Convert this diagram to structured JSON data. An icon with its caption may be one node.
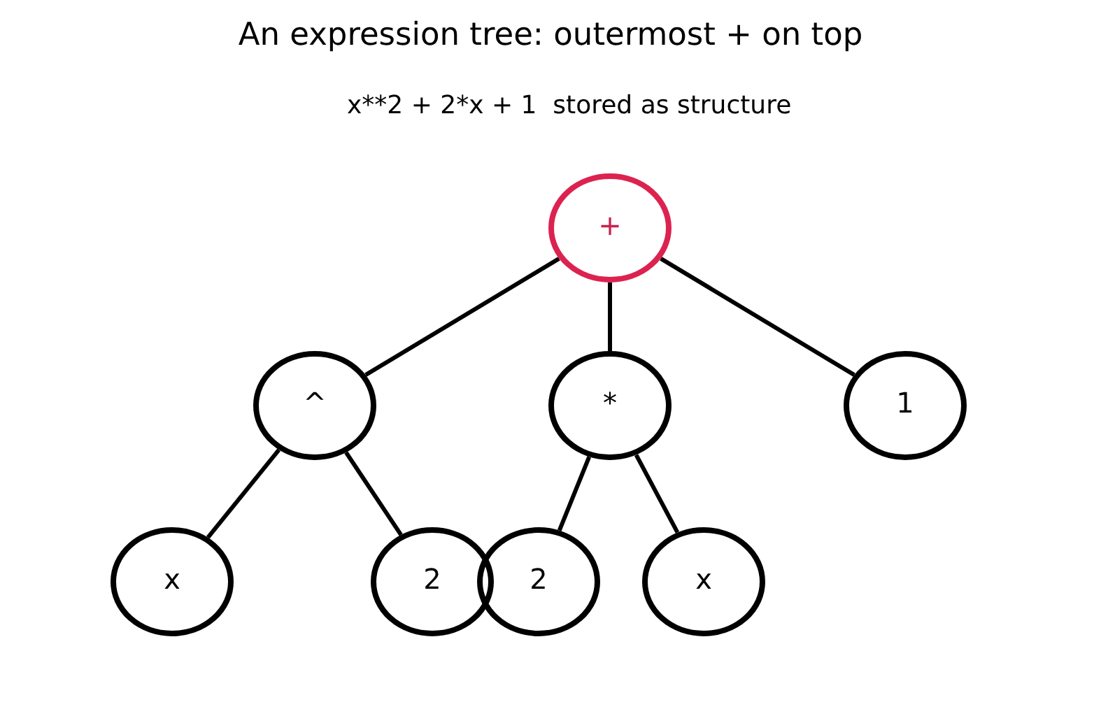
{
  "diagram": {
    "title": "An expression tree: outermost + on top",
    "nodes": [
      {
        "text": [
          "+"
        ]
      },
      {
        "text": [
          "^"
        ]
      },
      {
        "text": [
          "*"
        ]
      },
      {
        "text": [
          "1"
        ]
      },
      {
        "text": [
          "x"
        ]
      },
      {
        "text": [
          "2"
        ]
      },
      {
        "text": [
          "2"
        ]
      },
      {
        "text": [
          "x"
        ]
      }
    ],
    "edges": [
      {
        "from": 0,
        "to": 1,
        "arrow": "none"
      },
      {
        "from": 0,
        "to": 2,
        "arrow": "none"
      },
      {
        "from": 0,
        "to": 3,
        "arrow": "none"
      },
      {
        "from": 1,
        "to": 4,
        "arrow": "none"
      },
      {
        "from": 1,
        "to": 5,
        "arrow": "none"
      },
      {
        "from": 2,
        "to": 6,
        "arrow": "none"
      },
      {
        "from": 2,
        "to": 7,
        "arrow": "none"
      }
    ],
    "labels": [
      "x**2 + 2*x + 1  stored as structure"
    ]
  }
}
